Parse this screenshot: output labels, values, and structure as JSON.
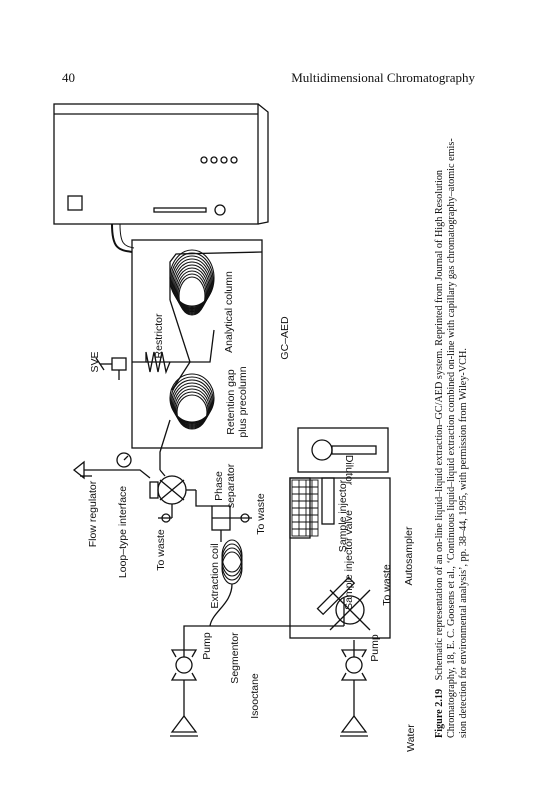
{
  "header": {
    "page_number": "40",
    "running_title": "Multidimensional Chromatography"
  },
  "figure": {
    "labels": {
      "gc_aed": "GC–AED",
      "sve": "SVE",
      "restrictor": "Restrictor",
      "analytical_column": "Analytical column",
      "retention_gap": "Retention gap",
      "plus_precolumn": "plus precolumn",
      "flow_regulator": "Flow regulator",
      "loop_type_interface": "Loop–type interface",
      "to_waste_left": "To waste",
      "phase": "Phase",
      "separator": "separator",
      "to_waste_right": "To waste",
      "dilutor": "Dilutor",
      "sample_injector": "Sample injector",
      "sample_injector_valve": "Sample injector valve",
      "to_waste_valve": "To waste",
      "autosampler": "Autosampler",
      "extraction_coil": "Extraction coil",
      "segmentor": "Segmentor",
      "pump_top": "Pump",
      "pump_bottom": "Pump",
      "isooctane": "Isooctane",
      "water": "Water"
    }
  },
  "caption": {
    "label": "Figure 2.19",
    "line1": "Schematic representation of an on-line liquid–liquid extraction–GC/AED system. Reprinted from Journal of High Resolution",
    "line2": "Chromatography, 18, E. C. Goosens et al., ‘Continuous liquid–liquid extraction combined on-line with capillary gas chromatography–atomic emis-",
    "line3": "sion detection for environmental analysis’, pp. 38–44, 1995, with permission from Wiley-VCH."
  }
}
